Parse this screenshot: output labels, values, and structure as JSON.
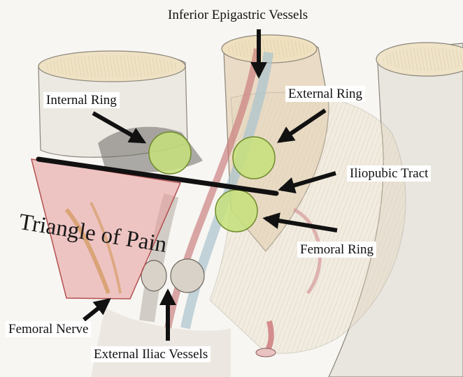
{
  "labels": {
    "inferior_epigastric": "Inferior Epigastric Vessels",
    "internal_ring": "Internal Ring",
    "external_ring": "External Ring",
    "iliopubic_tract": "Iliopubic Tract",
    "triangle_of_pain": "Triangle of Pain",
    "femoral_ring": "Femoral Ring",
    "femoral_nerve": "Femoral Nerve",
    "external_iliac": "External Iliac Vessels"
  },
  "colors": {
    "ring_fill": "#c6e07a",
    "ring_stroke": "#6f8a2c",
    "triangle_fill": "#e79a9a",
    "arrow": "#111111",
    "tract_line": "#111111"
  }
}
